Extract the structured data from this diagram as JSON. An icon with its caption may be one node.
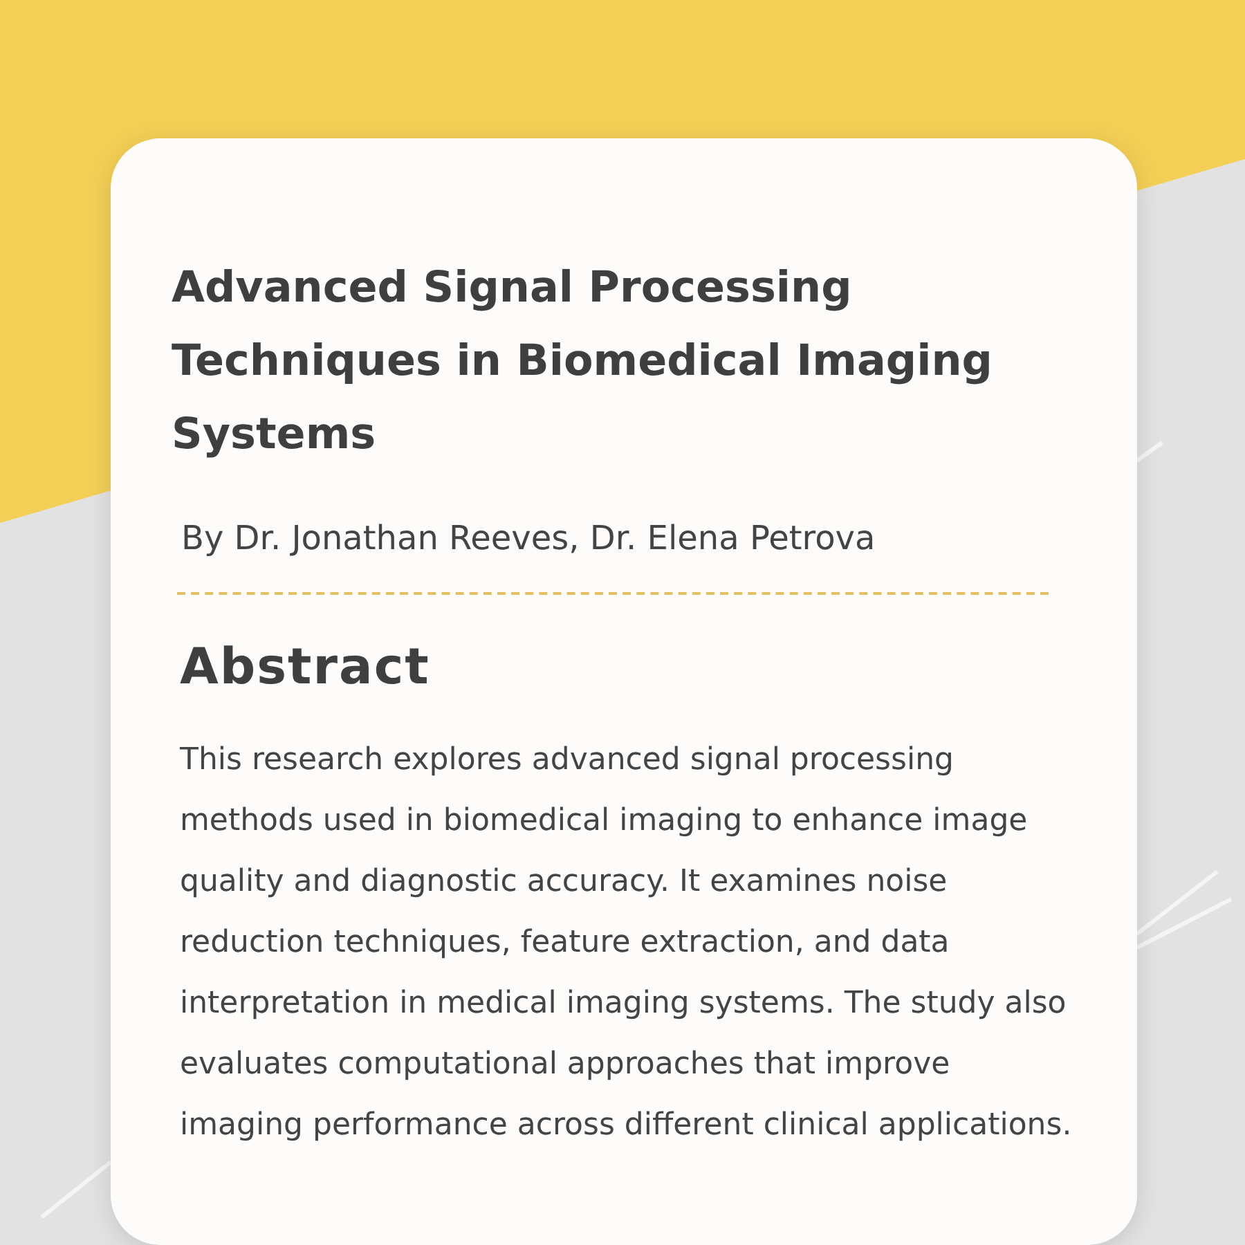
{
  "diagram": {
    "nodes": [
      {
        "text": [
          "Advanced Signal Processing Techniques in Biomedical Imaging Systems",
          "By Dr. Jonathan Reeves, Dr. Elena Petrova",
          "Abstract",
          "This research explores advanced signal processing methods used in biomedical imaging to enhance image quality and diagnostic accuracy. It examines noise reduction techniques, feature extraction, and data interpretation in medical imaging systems. The study also evaluates computational approaches that improve imaging performance across different clinical applications."
        ]
      }
    ]
  }
}
